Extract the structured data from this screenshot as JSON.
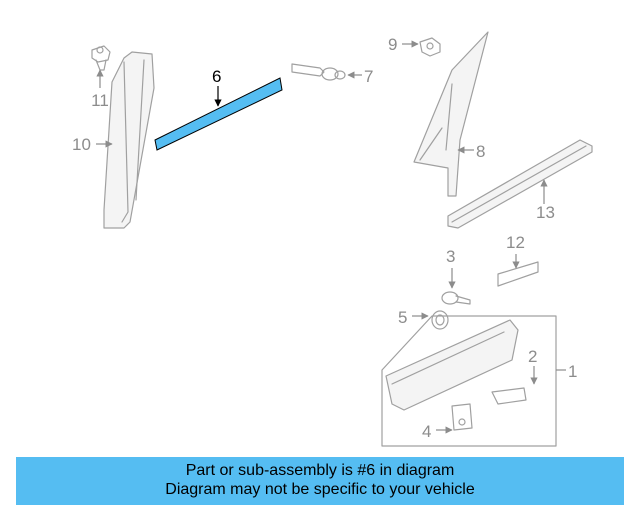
{
  "callouts": {
    "c1": "1",
    "c2": "2",
    "c3": "3",
    "c4": "4",
    "c5": "5",
    "c6": "6",
    "c7": "7",
    "c8": "8",
    "c9": "9",
    "c10": "10",
    "c11": "11",
    "c12": "12",
    "c13": "13"
  },
  "highlight_color": "#55bdf2",
  "banner": {
    "line1": "Part or sub-assembly is #6 in diagram",
    "line2": "Diagram may not be specific to your vehicle"
  }
}
